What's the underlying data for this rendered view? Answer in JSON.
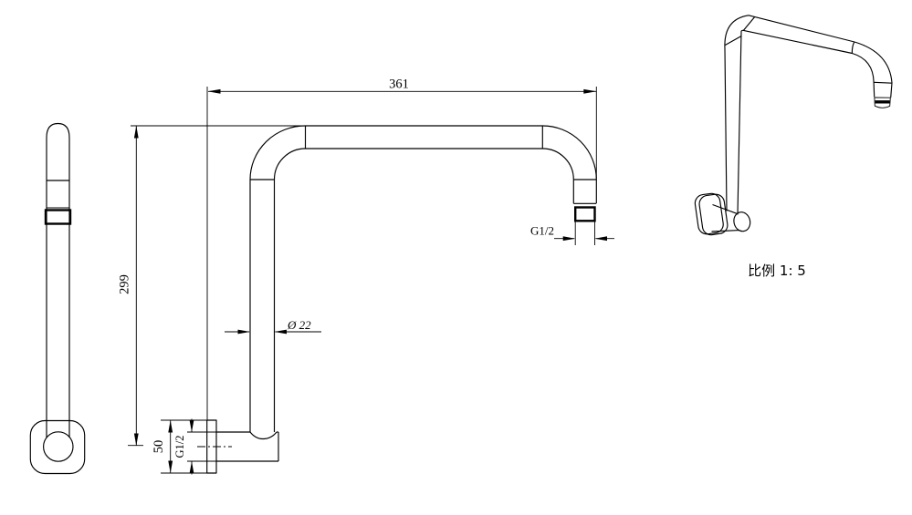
{
  "drawing": {
    "background": "#ffffff",
    "line_color": "#000000",
    "labels": {
      "overall_width": "361",
      "overall_height": "299",
      "pipe_diameter": "Ø 22",
      "outlet_thread": "G1/2",
      "inlet_thread": "G1/2",
      "flange_height": "50",
      "scale_caption": "比例 1: 5"
    }
  }
}
